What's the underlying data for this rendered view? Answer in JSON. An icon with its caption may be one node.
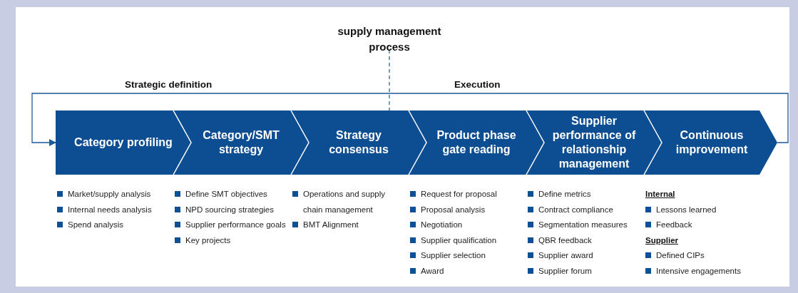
{
  "diagram": {
    "title": "supply management process",
    "nodes": [
      {
        "text": [
          "Category profiling"
        ],
        "beside": [
          "Market/supply analysis",
          "Internal needs analysis",
          "Spend analysis"
        ]
      },
      {
        "text": [
          "Category/SMT strategy"
        ],
        "beside": [
          "Define SMT objectives",
          "NPD sourcing strategies",
          "Supplier performance goals",
          "Key projects"
        ]
      },
      {
        "text": [
          "Strategy consensus"
        ],
        "beside": [
          "Operations and supply chain management",
          "BMT Alignment"
        ]
      },
      {
        "text": [
          "Product phase gate reading"
        ],
        "beside": [
          "Request for proposal",
          "Proposal analysis",
          "Negotiation",
          "Supplier qualification",
          "Supplier selection",
          "Award"
        ]
      },
      {
        "text": [
          "Supplier performance of relationship management"
        ],
        "beside": [
          "Define metrics",
          "Contract compliance",
          "Segmentation measures",
          "QBR feedback",
          "Supplier award",
          "Supplier forum"
        ]
      },
      {
        "text": [
          "Continuous improvement"
        ],
        "beside": [
          "**Internal**",
          "Lessons learned",
          "Feedback",
          "**Supplier**",
          "Defined CIPs",
          "Intensive engagements"
        ]
      }
    ],
    "edges": [
      {
        "from": 5,
        "to": 0,
        "arrow": "to",
        "color": "#1f5a9a"
      },
      {
        "from": 0,
        "to": 1,
        "arrow": "none"
      },
      {
        "from": 1,
        "to": 2,
        "arrow": "none"
      },
      {
        "from": 2,
        "to": 3,
        "arrow": "none"
      },
      {
        "from": 3,
        "to": 4,
        "arrow": "none"
      },
      {
        "from": 4,
        "to": 5,
        "arrow": "none"
      }
    ],
    "labels": [
      "Strategic definition",
      "Execution"
    ]
  }
}
